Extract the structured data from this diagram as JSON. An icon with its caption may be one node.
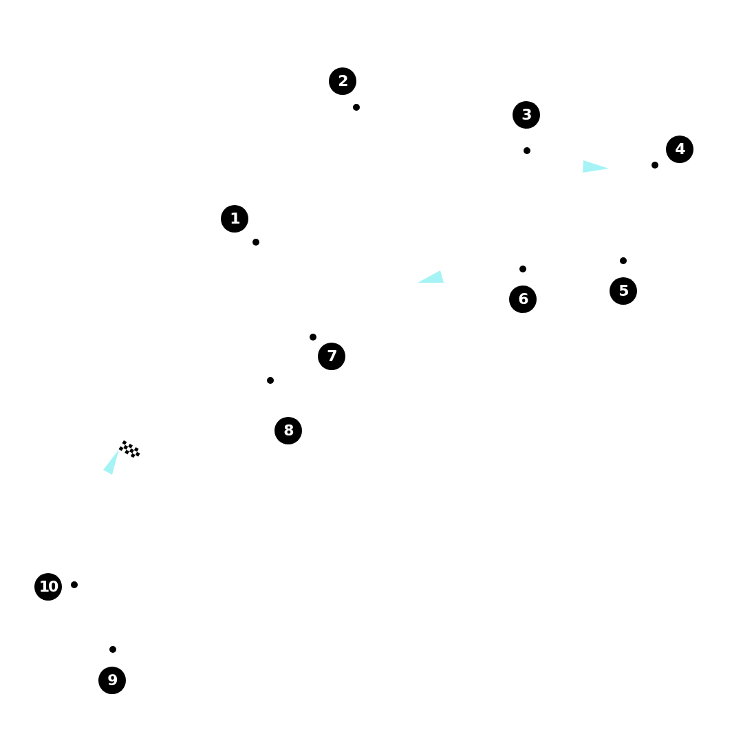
{
  "diagram": {
    "nodes": [
      {
        "text": [
          "1"
        ]
      },
      {
        "text": [
          "2"
        ]
      },
      {
        "text": [
          "3"
        ]
      },
      {
        "text": [
          "4"
        ]
      },
      {
        "text": [
          "5"
        ]
      },
      {
        "text": [
          "6"
        ]
      },
      {
        "text": [
          "7"
        ]
      },
      {
        "text": [
          "8"
        ]
      },
      {
        "text": [
          "9"
        ]
      },
      {
        "text": [
          "10"
        ]
      }
    ],
    "edges": []
  }
}
